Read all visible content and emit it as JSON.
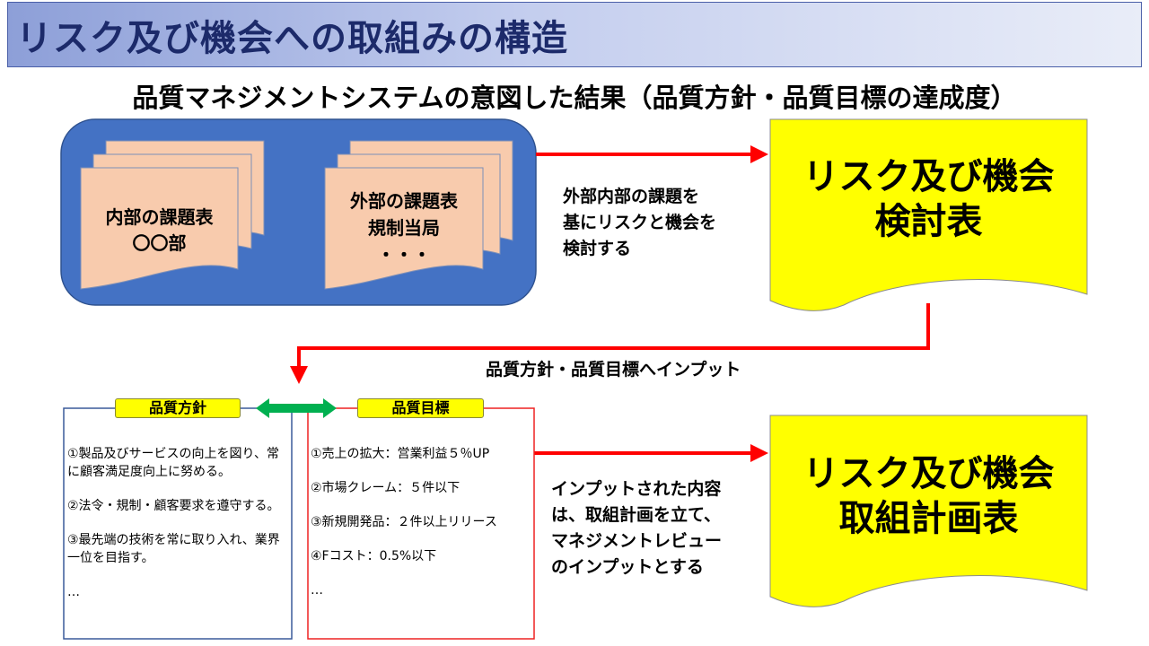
{
  "title": "リスク及び機会への取組みの構造",
  "subtitle": "品質マネジメントシステムの意図した結果（品質方針・品質目標の達成度）",
  "issue_docs": {
    "internal": {
      "line1": "内部の課題表",
      "line2": "〇〇部"
    },
    "external": {
      "line1": "外部の課題表",
      "line2": "規制当局",
      "line3": "・・・"
    }
  },
  "arrow_text_1": "外部内部の課題を\n基にリスクと機会を\n検討する",
  "review_doc": {
    "line1": "リスク及び機会",
    "line2": "検討表"
  },
  "arrow_text_2": "品質方針・品質目標へインプット",
  "policy": {
    "label": "品質方針",
    "items": [
      "①製品及びサービスの向上を図り、常に顧客満足度向上に努める。",
      "②法令・規制・顧客要求を遵守する。",
      "③最先端の技術を常に取り入れ、業界一位を目指す。",
      "…"
    ]
  },
  "objectives": {
    "label": "品質目標",
    "items": [
      "①売上の拡大：営業利益５％UP",
      "②市場クレーム：５件以下",
      "③新規開発品：２件以上リリース",
      "④Fコスト：0.5%以下",
      "…"
    ]
  },
  "arrow_text_3": "インプットされた内容\nは、取組計画を立て、\nマネジメントレビュー\nのインプットとする",
  "plan_doc": {
    "line1": "リスク及び機会",
    "line2": "取組計画表"
  },
  "colors": {
    "blue": "#4472c4",
    "peach": "#f8cbad",
    "yellow": "#ffff00",
    "red": "#ff0000",
    "green": "#00b050"
  }
}
